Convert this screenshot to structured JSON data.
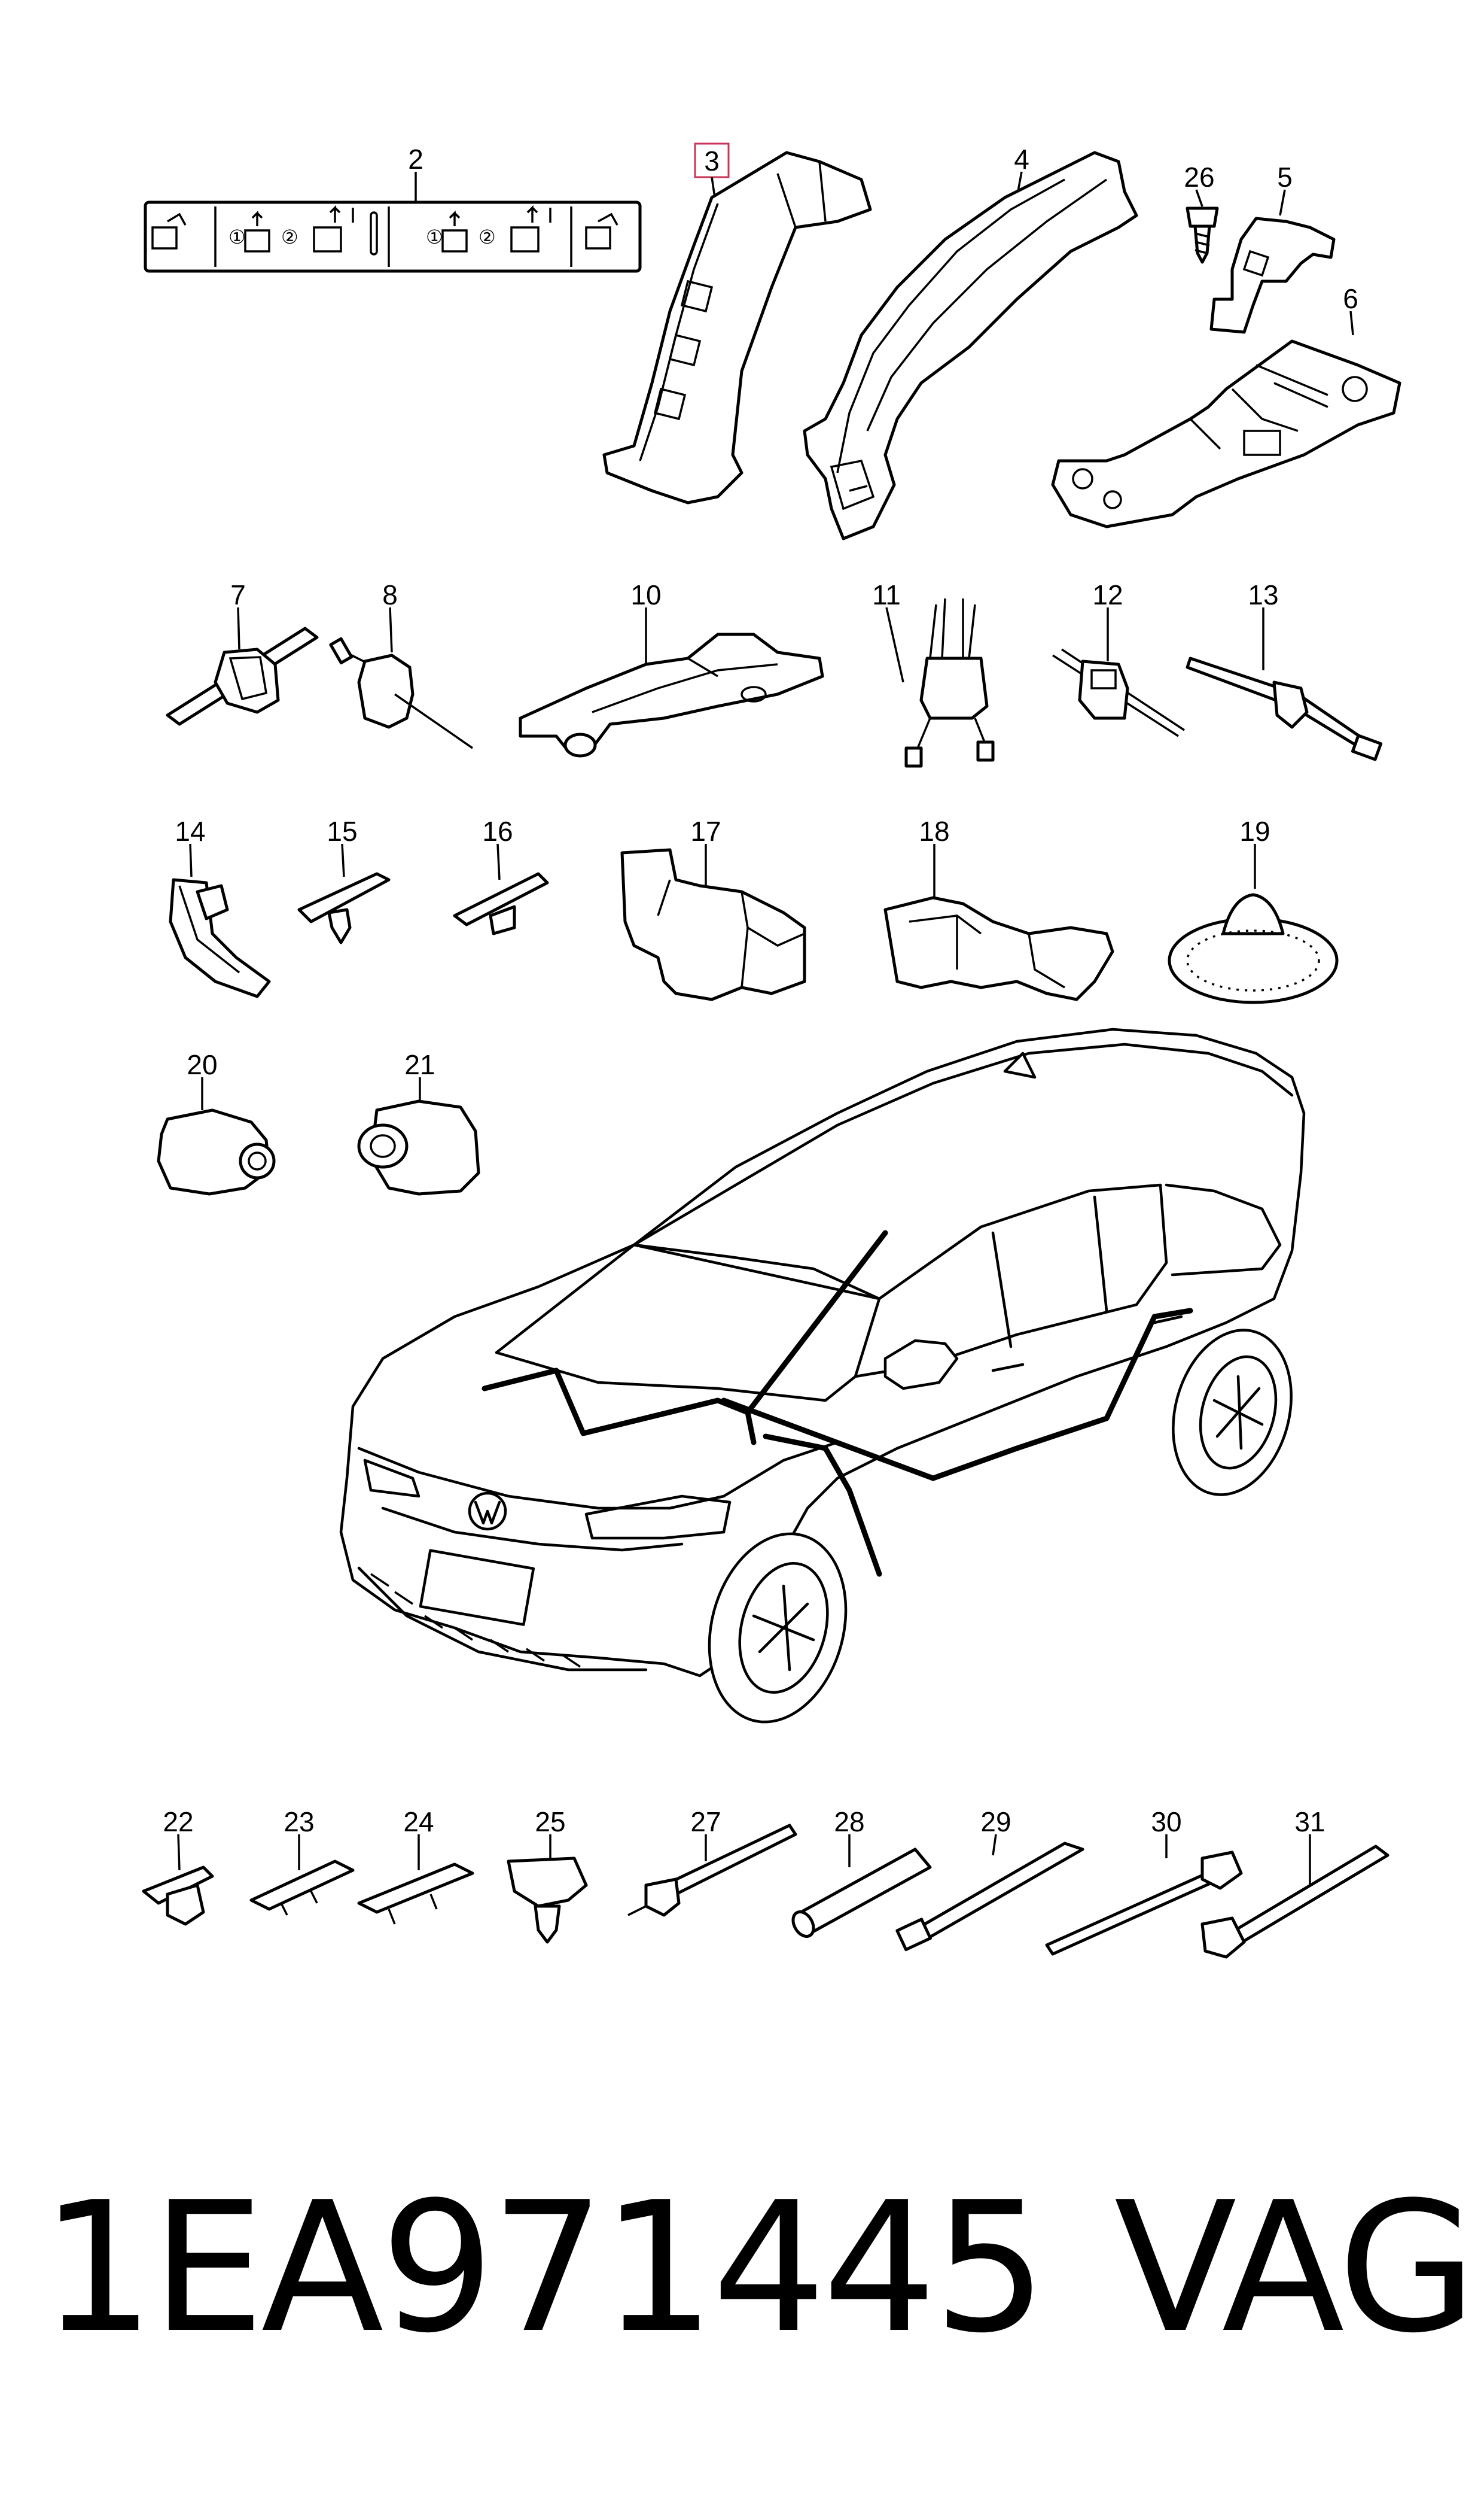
{
  "diagram": {
    "callouts": [
      {
        "id": "2",
        "highlighted": false
      },
      {
        "id": "3",
        "highlighted": true
      },
      {
        "id": "4",
        "highlighted": false
      },
      {
        "id": "26",
        "highlighted": false
      },
      {
        "id": "5",
        "highlighted": false
      },
      {
        "id": "6",
        "highlighted": false
      },
      {
        "id": "7",
        "highlighted": false
      },
      {
        "id": "8",
        "highlighted": false
      },
      {
        "id": "10",
        "highlighted": false
      },
      {
        "id": "11",
        "highlighted": false
      },
      {
        "id": "12",
        "highlighted": false
      },
      {
        "id": "13",
        "highlighted": false
      },
      {
        "id": "14",
        "highlighted": false
      },
      {
        "id": "15",
        "highlighted": false
      },
      {
        "id": "16",
        "highlighted": false
      },
      {
        "id": "17",
        "highlighted": false
      },
      {
        "id": "18",
        "highlighted": false
      },
      {
        "id": "19",
        "highlighted": false
      },
      {
        "id": "20",
        "highlighted": false
      },
      {
        "id": "21",
        "highlighted": false
      },
      {
        "id": "22",
        "highlighted": false
      },
      {
        "id": "23",
        "highlighted": false
      },
      {
        "id": "24",
        "highlighted": false
      },
      {
        "id": "25",
        "highlighted": false
      },
      {
        "id": "27",
        "highlighted": false
      },
      {
        "id": "28",
        "highlighted": false
      },
      {
        "id": "29",
        "highlighted": false
      },
      {
        "id": "30",
        "highlighted": false
      },
      {
        "id": "31",
        "highlighted": false
      }
    ],
    "instruction_strip_steps": [
      "①",
      "②",
      "①",
      "②"
    ],
    "highlight_color": "#c9345a"
  },
  "caption": {
    "part_number": "1EA971445",
    "brand": "VAG"
  }
}
